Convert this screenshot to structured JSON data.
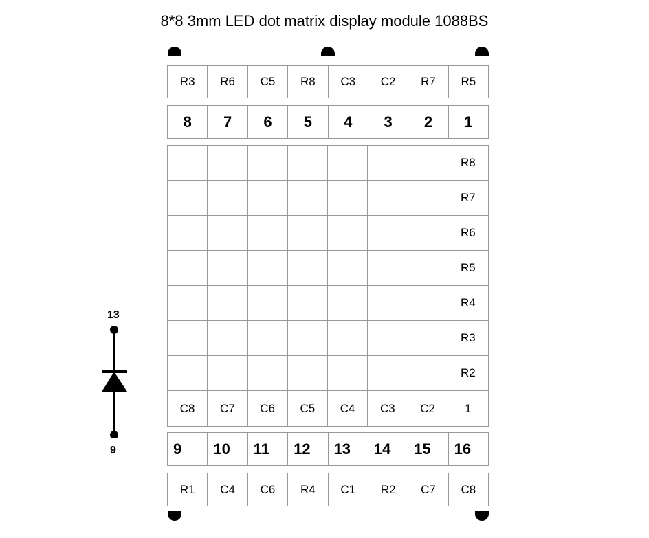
{
  "title": "8*8 3mm LED dot matrix display module 1088BS",
  "top_function_row": [
    "R3",
    "R6",
    "C5",
    "R8",
    "C3",
    "C2",
    "R7",
    "R5"
  ],
  "top_pin_row": [
    "8",
    "7",
    "6",
    "5",
    "4",
    "3",
    "2",
    "1"
  ],
  "matrix": {
    "right_labels": [
      "R8",
      "R7",
      "R6",
      "R5",
      "R4",
      "R3",
      "R2"
    ],
    "bottom_labels": [
      "C8",
      "C7",
      "C6",
      "C5",
      "C4",
      "C3",
      "C2",
      "1"
    ]
  },
  "bottom_pin_row": [
    "9",
    "10",
    "11",
    "12",
    "13",
    "14",
    "15",
    "16"
  ],
  "bottom_function_row": [
    "R1",
    "C4",
    "C6",
    "R4",
    "C1",
    "R2",
    "C7",
    "C8"
  ],
  "diode": {
    "top_pin": "13",
    "bottom_pin": "9"
  }
}
